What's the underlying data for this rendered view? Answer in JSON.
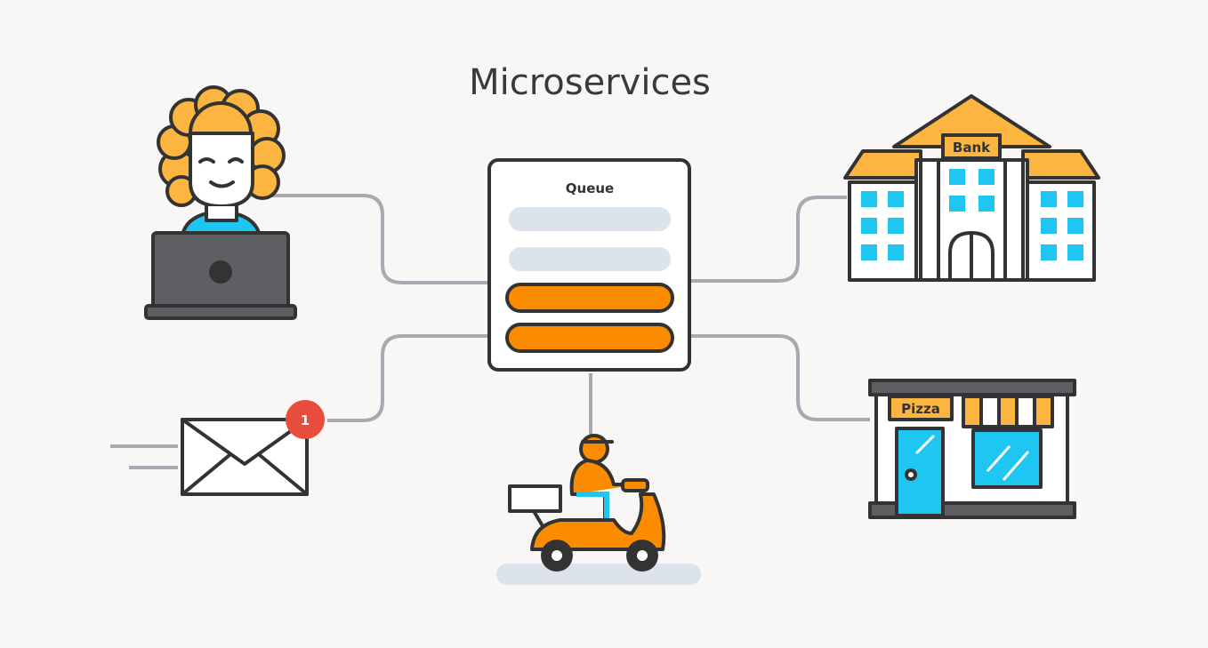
{
  "title": "Microservices",
  "queue": {
    "label": "Queue",
    "item_count": 4,
    "pending_items": 2,
    "active_items": 2
  },
  "bank": {
    "label": "Bank"
  },
  "pizza": {
    "label": "Pizza"
  },
  "mail": {
    "badge_count": "1"
  },
  "colors": {
    "background": "#f8f7f5",
    "outline": "#333333",
    "connector": "#a7aab0",
    "accent_orange": "#fb8c00",
    "accent_yellow": "#fbb540",
    "window_blue": "#1ec6f1",
    "queue_item_pending": "#dde3ea",
    "badge_red": "#e74c3c"
  },
  "icons": [
    "person-at-laptop-icon",
    "bank-building-icon",
    "pizza-shop-icon",
    "mail-envelope-icon",
    "delivery-scooter-icon",
    "queue-panel-icon"
  ]
}
